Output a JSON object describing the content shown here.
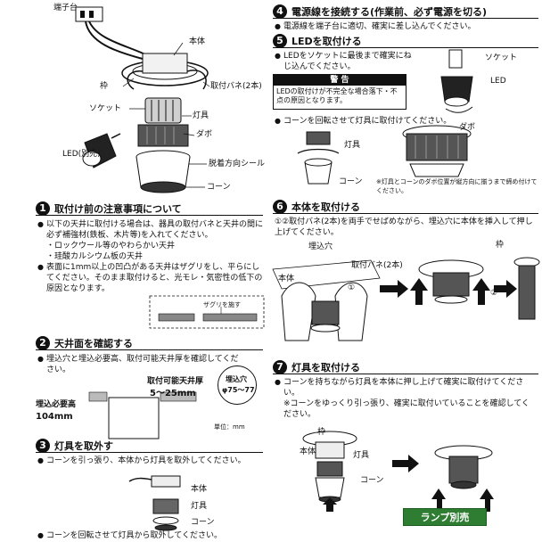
{
  "top_diagram": {
    "labels": {
      "terminal": "端子台",
      "body": "本体",
      "frame": "枠",
      "spring": "取付バネ(2本)",
      "socket": "ソケット",
      "fixture": "灯具",
      "dowel": "ダボ",
      "led": "LED(別売)",
      "seal": "脱着方向シール",
      "cone": "コーン"
    }
  },
  "sec1": {
    "num": "1",
    "title": "取付け前の注意事項について",
    "lines": [
      "以下の天井に取付ける場合は、器具の取付バネと天井の間に必ず補強材(鉄板、木片等)を入れてください。",
      "・ロックウール等のやわらかい天井",
      "・珪酸カルシウム板の天井",
      "表面に1mm以上の凹凸がある天井はザグリをし、平らにしてください。そのまま取付けると、光モレ・気密性の低下の原因となります。"
    ],
    "zaguri": "ザグリを施す"
  },
  "sec2": {
    "num": "2",
    "title": "天井面を確認する",
    "lines": [
      "埋込穴と埋込必要高、取付可能天井厚を確認してください。"
    ],
    "embed_height_label": "埋込必要高",
    "embed_height_value": "104mm",
    "thickness_label": "取付可能天井厚",
    "thickness_value": "5〜25mm",
    "hole_label": "埋込穴",
    "hole_value": "φ75〜77",
    "unit": "単位：mm"
  },
  "sec3": {
    "num": "3",
    "title": "灯具を取外す",
    "lines": [
      "コーンを引っ張り、本体から灯具を取外してください。"
    ],
    "labels": {
      "body": "本体",
      "fixture": "灯具",
      "cone": "コーン"
    },
    "bottom_line": "コーンを回転させて灯具から取外してください。"
  },
  "sec4": {
    "num": "4",
    "title": "電源線を接続する(作業前、必ず電源を切る)",
    "lines": [
      "電源線を端子台に適切、確実に差し込んでください。"
    ]
  },
  "sec5": {
    "num": "5",
    "title": "LEDを取付ける",
    "lines": [
      "LEDをソケットに最後まで確実にねじ込んでください。"
    ],
    "warning_title": "警 告",
    "warning_text": "LEDの取付けが不完全な場合落下・不点の原因となります。",
    "socket_label": "ソケット",
    "led_label": "LED",
    "cone_line": "コーンを回転させて灯具に取付けてください。",
    "fixture_label": "灯具",
    "cone_label": "コーン",
    "dowel_label": "ダボ",
    "note": "※灯具とコーンのダボ位置が縦方向に揃うまで締め付けてください。"
  },
  "sec6": {
    "num": "6",
    "title": "本体を取付ける",
    "lines": [
      "①②取付バネ(2本)を両手でせばめながら、埋込穴に本体を挿入して押し上げてください。"
    ],
    "labels": {
      "hole": "埋込穴",
      "spring": "取付バネ(2本)",
      "body": "本体",
      "frame": "枠",
      "c1": "①",
      "c2": "②"
    }
  },
  "sec7": {
    "num": "7",
    "title": "灯具を取付ける",
    "lines": [
      "コーンを持ちながら灯具を本体に押し上げて確実に取付けてください。",
      "※コーンをゆっくり引っ張り、確実に取付いていることを確認してください。"
    ],
    "labels": {
      "frame": "枠",
      "body": "本体",
      "fixture": "灯具",
      "cone": "コーン"
    },
    "lamp_badge": "ランプ別売"
  }
}
